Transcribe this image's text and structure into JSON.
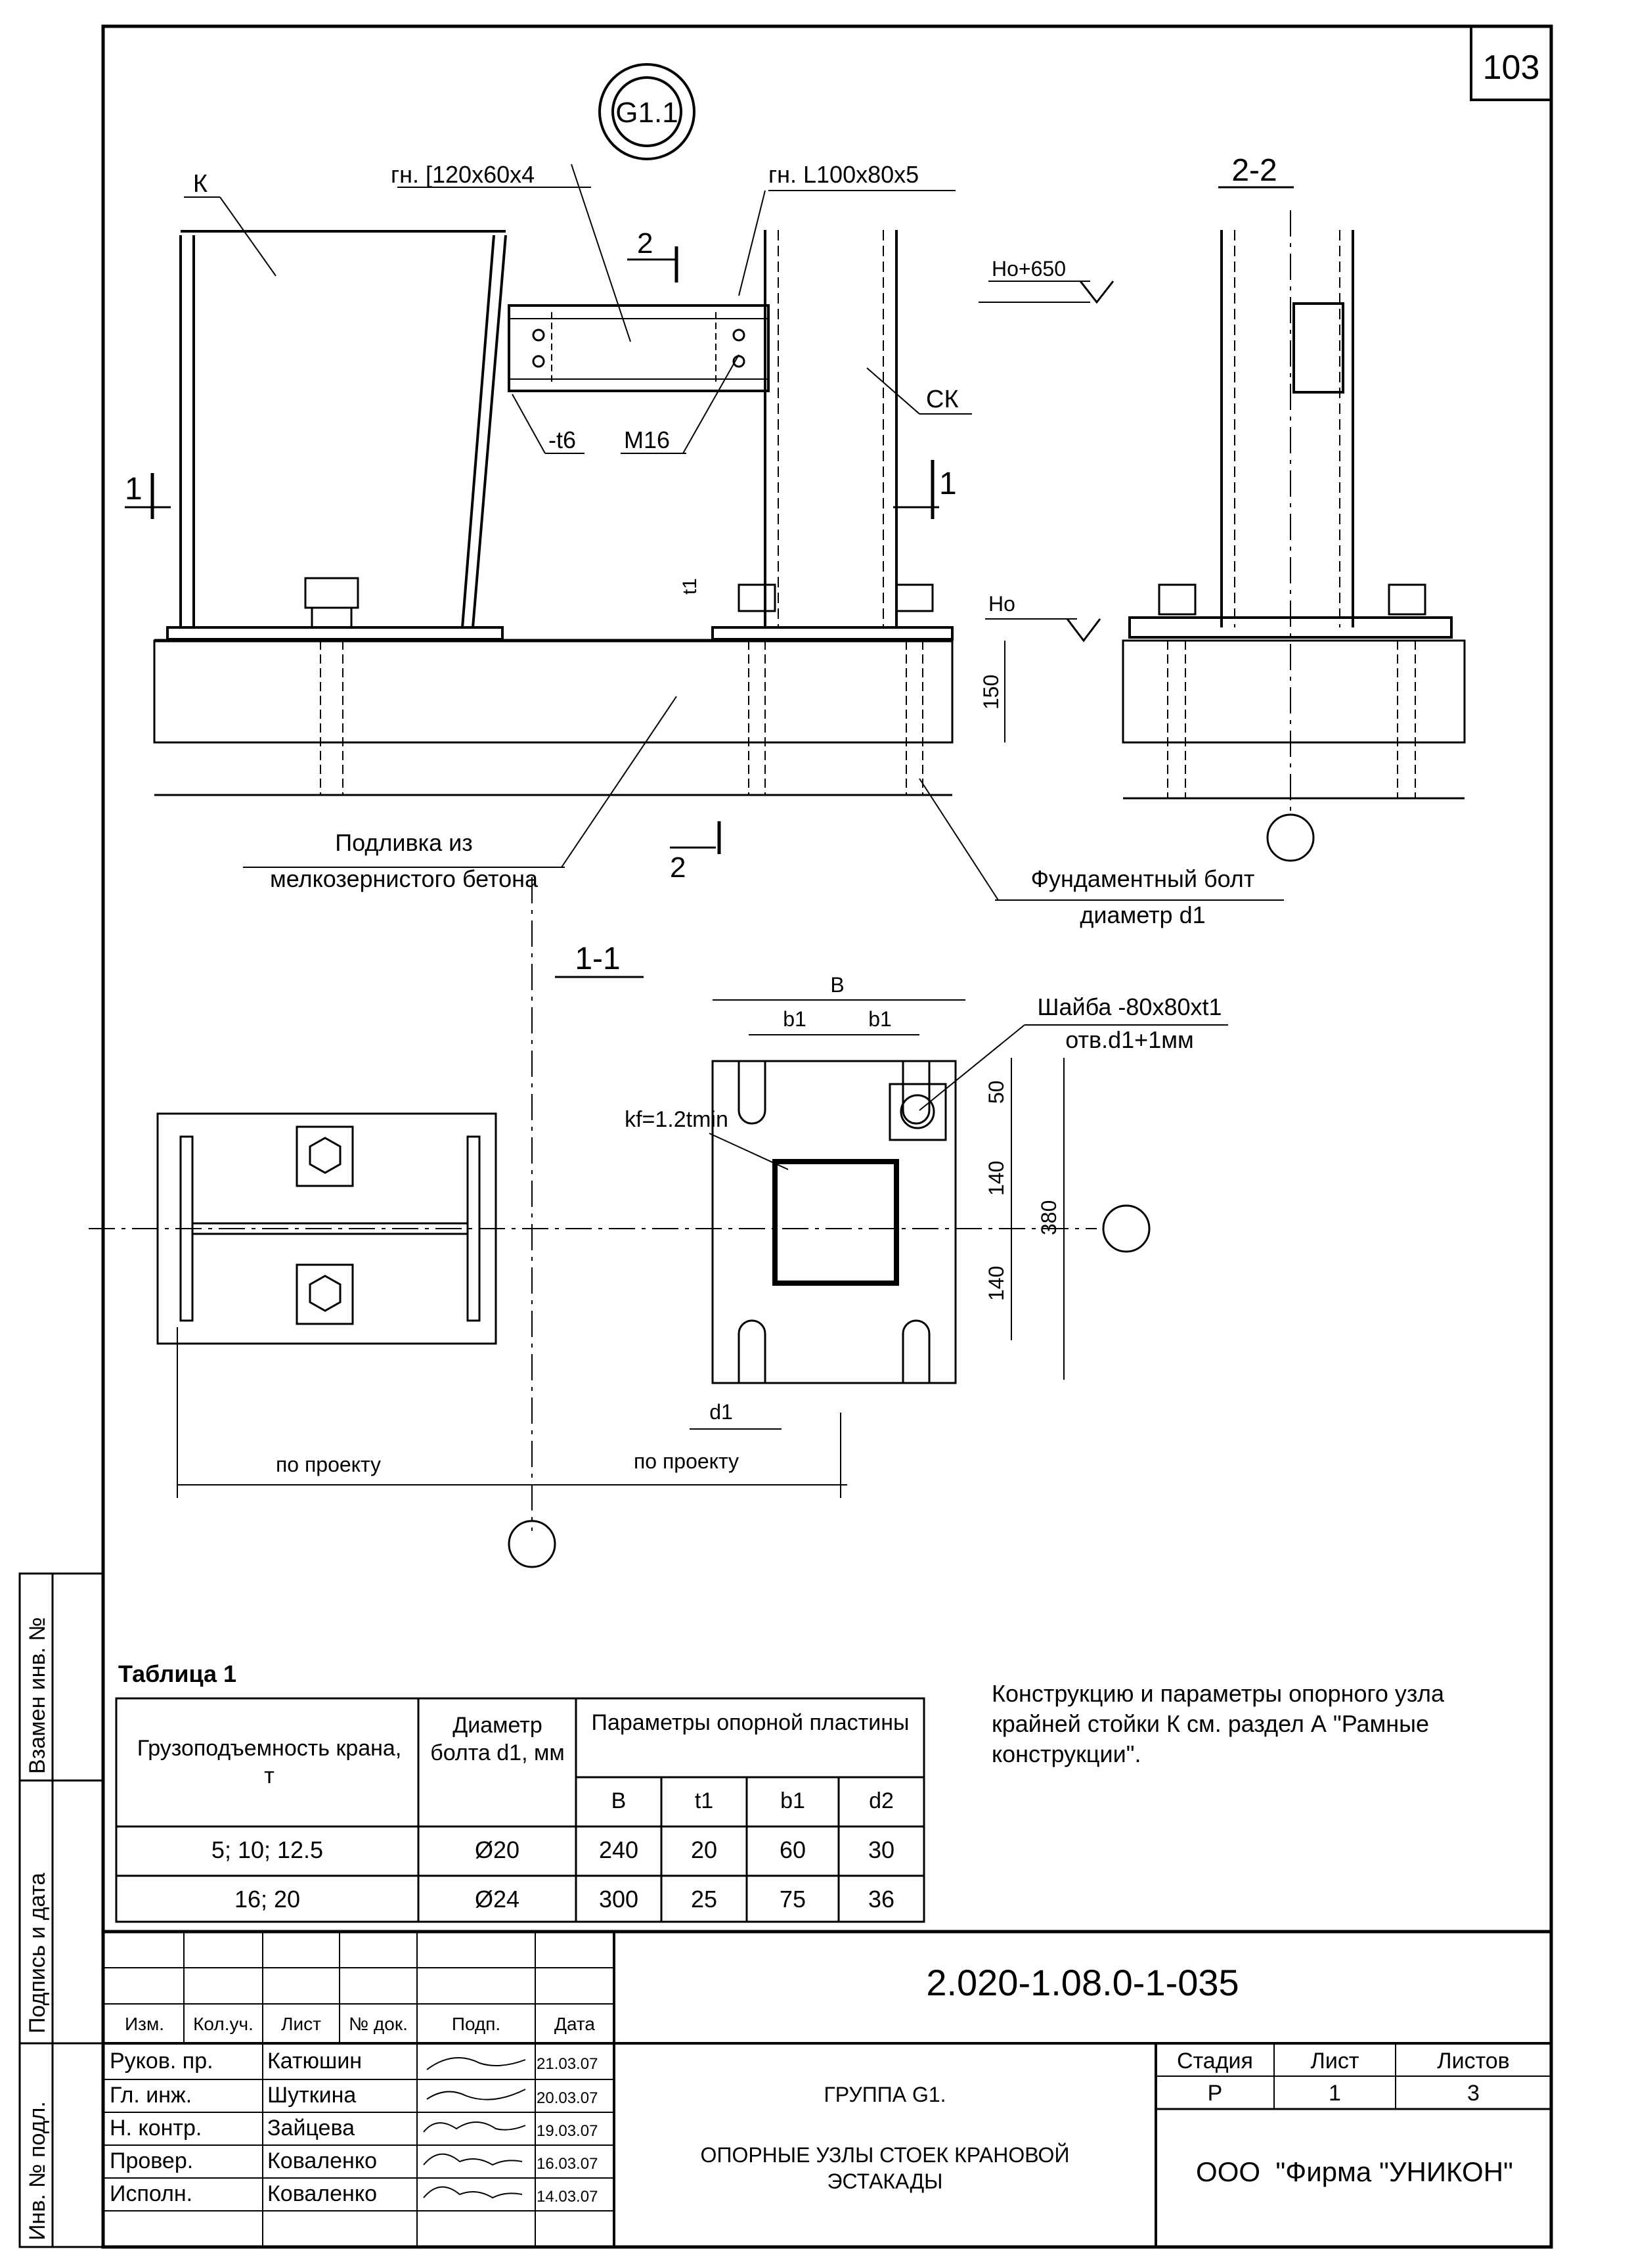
{
  "sheet": {
    "page_number": "103",
    "node_mark": "G1.1"
  },
  "elevation": {
    "column_k": "К",
    "channel_label": "гн. [120х60х4",
    "angle_label": "гн. L100x80x5",
    "plate_label": "-t6",
    "bolt_m16": "М16",
    "column_ck": "СК",
    "section_2": "2",
    "section_1": "1",
    "height_ho650": "Ho+650",
    "height_ho": "Ho",
    "t1_label": "t1",
    "dim_150": "150",
    "grout_label_1": "Подливка из",
    "grout_label_2": "мелкозернистого бетона",
    "bolt_label_1": "Фундаментный болт",
    "bolt_label_2": "диаметр d1"
  },
  "section_22": {
    "title": "2-2"
  },
  "section_11": {
    "title": "1-1"
  },
  "plan": {
    "dim_b": "B",
    "dim_b1_left": "b1",
    "dim_b1_right": "b1",
    "washer_1": "Шайба -80х80хt1",
    "washer_2": "отв.d1+1мм",
    "weld_kf": "kf=1.2tmin",
    "dim_50": "50",
    "dim_140a": "140",
    "dim_140b": "140",
    "dim_380": "380",
    "dim_d1": "d1",
    "by_project_left": "по проекту",
    "by_project_right": "по проекту"
  },
  "table1": {
    "caption": "Таблица 1",
    "headers": {
      "capacity": "Грузоподъемность крана, т",
      "diameter": "Диаметр болта d1, мм",
      "params": "Параметры опорной пластины",
      "B": "B",
      "t1": "t1",
      "b1": "b1",
      "d2": "d2"
    },
    "rows": [
      {
        "capacity": "5; 10; 12.5",
        "diameter": "Ø20",
        "B": "240",
        "t1": "20",
        "b1": "60",
        "d2": "30"
      },
      {
        "capacity": "16; 20",
        "diameter": "Ø24",
        "B": "300",
        "t1": "25",
        "b1": "75",
        "d2": "36"
      }
    ]
  },
  "note": "Конструкцию и параметры опорного узла крайней стойки К см. раздел А \"Рамные конструкции\".",
  "side_stamp": {
    "replaced_inv": "Взамен инв. №",
    "sign_date": "Подпись и дата",
    "orig_inv": "Инв. № подл."
  },
  "title_block": {
    "doc_code": "2.020-1.08.0-1-035",
    "cols": {
      "izm": "Изм.",
      "kol": "Кол.уч.",
      "list": "Лист",
      "ndoc": "№ док.",
      "podp": "Подп.",
      "data": "Дата"
    },
    "people": [
      {
        "role": "Руков. пр.",
        "name": "Катюшин",
        "date": "21.03.07"
      },
      {
        "role": "Гл. инж.",
        "name": "Шуткина",
        "date": "20.03.07"
      },
      {
        "role": "Н. контр.",
        "name": "Зайцева",
        "date": "19.03.07"
      },
      {
        "role": "Провер.",
        "name": "Коваленко",
        "date": "16.03.07"
      },
      {
        "role": "Исполн.",
        "name": "Коваленко",
        "date": "14.03.07"
      }
    ],
    "title_1": "ГРУППА G1.",
    "title_2": "ОПОРНЫЕ УЗЛЫ СТОЕК КРАНОВОЙ",
    "title_3": "ЭСТАКАДЫ",
    "stage_label": "Стадия",
    "sheet_label": "Лист",
    "sheets_label": "Листов",
    "stage": "Р",
    "sheet": "1",
    "sheets": "3",
    "company": "ООО  \"Фирма \"УНИКОН\""
  }
}
